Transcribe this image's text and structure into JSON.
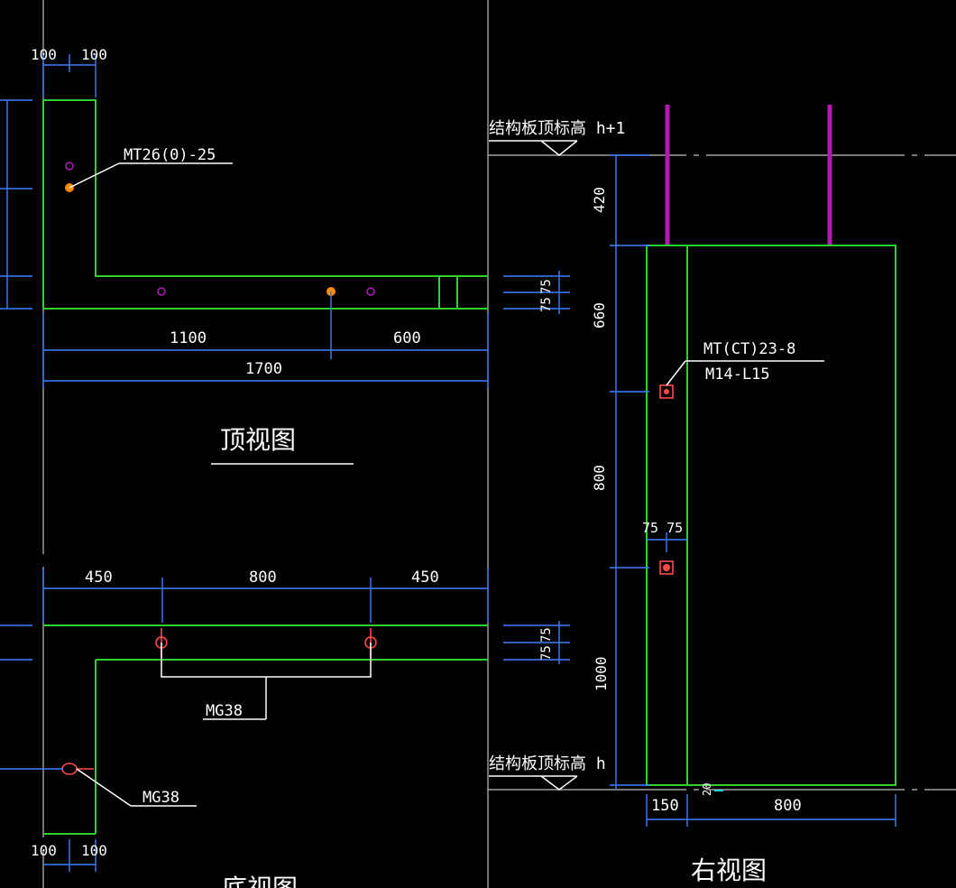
{
  "top_view": {
    "dims_top": [
      "100",
      "100"
    ],
    "label_embed": "MT26(0)-25",
    "dims_bottom_row1": [
      "1100",
      "600"
    ],
    "dim_total": "1700",
    "dims_side": [
      "75",
      "75"
    ],
    "title": "顶视图"
  },
  "bottom_view": {
    "dims_top": [
      "450",
      "800",
      "450"
    ],
    "label_mg1": "MG38",
    "label_mg2": "MG38",
    "dims_side": [
      "75",
      "75"
    ],
    "dims_bottom": [
      "100",
      "100"
    ],
    "title": "底视图"
  },
  "right_view": {
    "label_top_level": "结构板顶标高 h+1",
    "label_bottom_level": "结构板顶标高 h",
    "dims_vertical": [
      "420",
      "660",
      "800",
      "1000"
    ],
    "label_anchor_1": "MT(CT)23-8",
    "label_anchor_2": "M14-L15",
    "dims_mid": "75 75",
    "dim_small": "20",
    "dims_bottom": [
      "150",
      "800"
    ],
    "title": "右视图"
  },
  "colors": {
    "outline": "#2fd02f",
    "dimension": "#3f7fff",
    "rebar": "#b21ab2",
    "anchor": "#ff4a4a",
    "background": "#000000"
  }
}
